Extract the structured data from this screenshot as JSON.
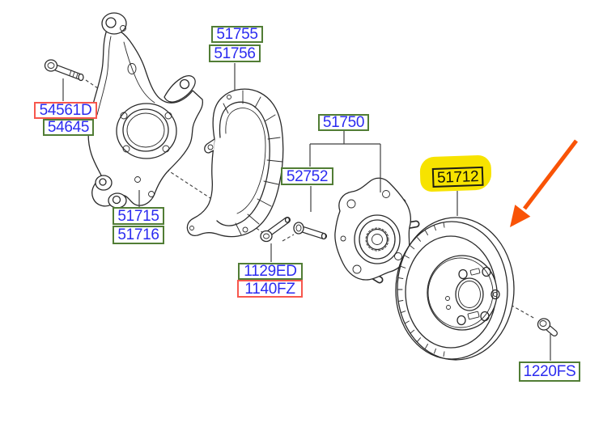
{
  "colors": {
    "code_text": "#2b2bf0",
    "box_green": "#517d35",
    "box_red": "#f7574d",
    "box_black": "#1f1f14",
    "highlight_text": "#141408",
    "highlight_yellow": "#f7e300",
    "arrow_orange": "#f95306",
    "line_dark": "#2a2a2a",
    "leader_gray": "#3f3f3f"
  },
  "labels": {
    "p51755": "51755",
    "p51756": "51756",
    "p54561d": "54561D",
    "p54645": "54645",
    "p51715": "51715",
    "p51716": "51716",
    "p51750": "51750",
    "p52752": "52752",
    "p51712": "51712",
    "p1129ed": "1129ED",
    "p1140fz": "1140FZ",
    "p1220fs": "1220FS"
  }
}
